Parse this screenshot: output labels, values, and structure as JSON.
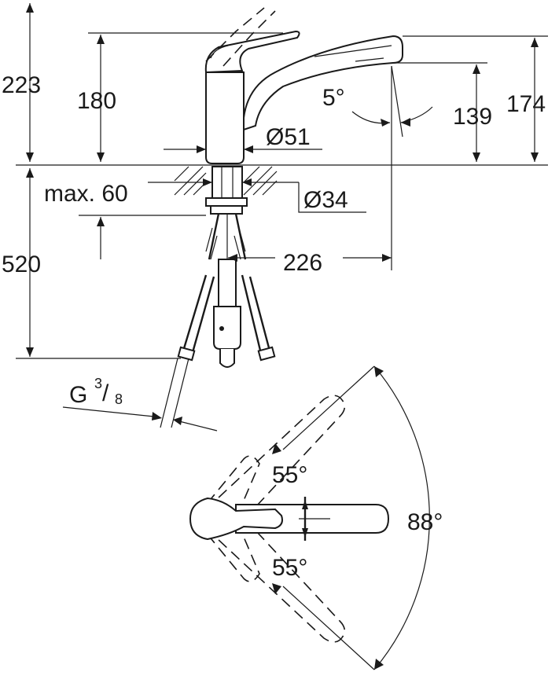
{
  "dimensions": {
    "total_height": "223",
    "lever_height": "180",
    "spout_height": "139",
    "spout_total_height": "174",
    "angle_spout": "5°",
    "body_diameter": "Ø51",
    "deck_thickness": "max. 60",
    "hole_diameter": "Ø34",
    "below_deck": "520",
    "reach": "226",
    "connection": "G",
    "connection_num": "3",
    "connection_den": "8",
    "swivel_left": "55°",
    "swivel_right": "55°",
    "swivel_total": "88°"
  }
}
